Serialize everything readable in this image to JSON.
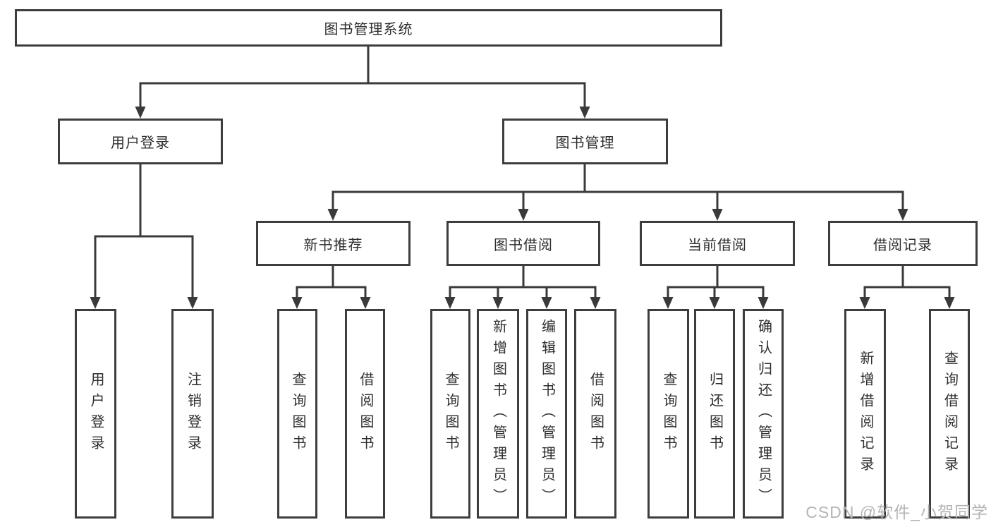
{
  "tree": {
    "root": {
      "label": "图书管理系统"
    },
    "user_login": {
      "label": "用户登录"
    },
    "book_management": {
      "label": "图书管理"
    },
    "new_book_recommend": {
      "label": "新书推荐"
    },
    "book_borrowing": {
      "label": "图书借阅"
    },
    "current_borrowing": {
      "label": "当前借阅"
    },
    "borrowing_records": {
      "label": "借阅记录"
    },
    "login": {
      "label": "用户登录"
    },
    "logout": {
      "label": "注销登录"
    },
    "query_books_a": {
      "label": "查询图书"
    },
    "borrow_books_a": {
      "label": "借阅图书"
    },
    "query_books_b": {
      "label": "查询图书"
    },
    "add_books": {
      "label": "新增图书（管理员）"
    },
    "edit_books": {
      "label": "编辑图书（管理员）"
    },
    "borrow_books_b": {
      "label": "借阅图书"
    },
    "query_books_c": {
      "label": "查询图书"
    },
    "return_books": {
      "label": "归还图书"
    },
    "confirm_return": {
      "label": "确认归还（管理员）"
    },
    "add_borrow_record": {
      "label": "新增借阅记录"
    },
    "query_borrow_record": {
      "label": "查询借阅记录"
    }
  },
  "hierarchy": {
    "图书管理系统": [
      "用户登录",
      "图书管理"
    ],
    "用户登录": [
      "用户登录",
      "注销登录"
    ],
    "图书管理": [
      "新书推荐",
      "图书借阅",
      "当前借阅",
      "借阅记录"
    ],
    "新书推荐": [
      "查询图书",
      "借阅图书"
    ],
    "图书借阅": [
      "查询图书",
      "新增图书（管理员）",
      "编辑图书（管理员）",
      "借阅图书"
    ],
    "当前借阅": [
      "查询图书",
      "归还图书",
      "确认归还（管理员）"
    ],
    "借阅记录": [
      "新增借阅记录",
      "查询借阅记录"
    ]
  },
  "watermark": {
    "text": "CSDN @软件_小贺同学"
  },
  "colors": {
    "line": "#3a3a3a",
    "border": "#3d3d3d",
    "text": "#2e2e2e",
    "background": "#ffffff",
    "watermark": "#b4b4b6"
  }
}
